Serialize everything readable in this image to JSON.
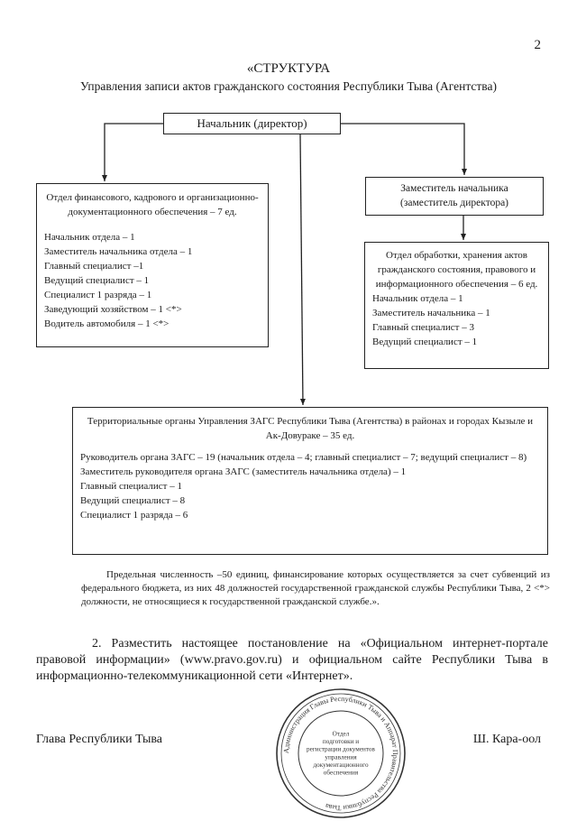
{
  "page_number": "2",
  "title": "«СТРУКТУРА",
  "subtitle": "Управления записи актов гражданского состояния Республики Тыва (Агентства)",
  "director_box": "Начальник (директор)",
  "finance_dept": {
    "header": "Отдел финансового, кадрового и организационно-документационного обеспечения – 7 ед.",
    "items": [
      "Начальник отдела – 1",
      "Заместитель начальника отдела – 1",
      "Главный специалист –1",
      "Ведущий специалист – 1",
      "Специалист 1 разряда – 1",
      "Заведующий хозяйством – 1 <*>",
      "Водитель автомобиля – 1 <*>"
    ]
  },
  "deputy_box": {
    "line1": "Заместитель начальника",
    "line2": "(заместитель директора)"
  },
  "records_dept": {
    "header": "Отдел обработки, хранения актов гражданского состояния, правового и информационного обеспечения – 6 ед.",
    "items": [
      "Начальник отдела – 1",
      "Заместитель начальника – 1",
      "Главный специалист – 3",
      "Ведущий специалист – 1"
    ]
  },
  "territorial": {
    "header": "Территориальные органы Управления ЗАГС Республики Тыва (Агентства) в районах и городах Кызыле и Ак-Довураке – 35 ед.",
    "items": [
      "Руководитель органа ЗАГС – 19 (начальник отдела – 4; главный специалист – 7; ведущий специалист – 8)",
      "Заместитель руководителя органа ЗАГС (заместитель начальника отдела) – 1",
      "Главный специалист – 1",
      "Ведущий специалист – 8",
      "Специалист 1 разряда – 6"
    ]
  },
  "note": "Предельная численность –50 единиц, финансирование которых осуществляется за счет субвенций из федерального бюджета, из них 48 должностей государственной гражданской службы Республики Тыва, 2 <*> должности, не относящиеся к государственной гражданской службе.».",
  "paragraph2": "2. Разместить настоящее постановление на «Официальном интернет-портале правовой информации» (www.pravo.gov.ru) и официальном сайте Республики Тыва в информационно-телекоммуникационной сети «Интернет».",
  "signature": {
    "position": "Глава Республики Тыва",
    "name": "Ш. Кара-оол"
  },
  "stamp": {
    "ring_text": "Администрация Главы Республики Тыва и Аппарат Правительства Республики Тыва",
    "inner_lines": [
      "Отдел",
      "подготовки и",
      "регистрации документов",
      "управления",
      "документационного",
      "обеспечения"
    ]
  }
}
